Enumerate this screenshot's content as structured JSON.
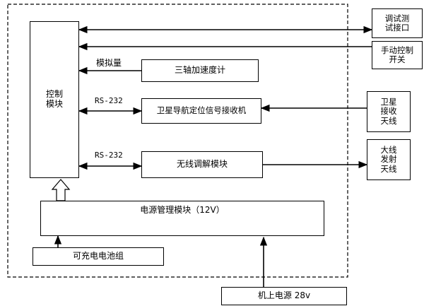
{
  "control_module": {
    "line1": "控制",
    "line2": "模块"
  },
  "accelerometer": "三轴加速度计",
  "gnss_receiver": "卫星导航定位信号接收机",
  "wireless_modem": "无线调解模块",
  "power_mgmt": "电源管理模块（12V）",
  "battery": "可充电电池组",
  "aircraft_power": "机上电源 28v",
  "debug_port": {
    "line1": "调试测",
    "line2": "试接口"
  },
  "manual_switch": {
    "line1": "手动控制",
    "line2": "开关"
  },
  "sat_rx_antenna": {
    "line1": "卫星",
    "line2": "接收",
    "line3": "天线"
  },
  "tx_antenna": {
    "line1": "大线",
    "line2": "发射",
    "line3": "天线"
  },
  "labels": {
    "analog": "模拟量",
    "rs232_a": "RS-232",
    "rs232_b": "RS-232"
  },
  "colors": {
    "line": "#000000",
    "background": "#ffffff"
  }
}
